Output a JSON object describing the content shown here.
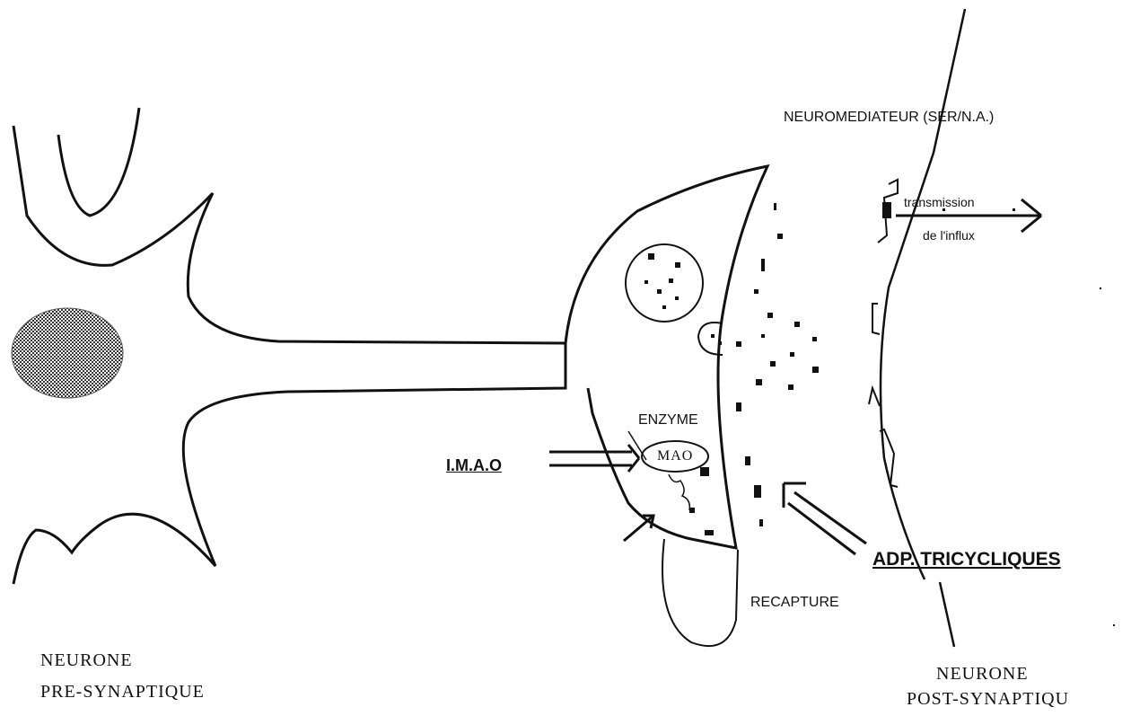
{
  "labels": {
    "neuromediator": "NEUROMEDIATEUR (SER/N.A.)",
    "transmission": "transmission",
    "influx": "de l'influx",
    "enzyme": "ENZYME",
    "mao": "MAO",
    "imao": "I.M.A.O",
    "tricyclics": "ADP. TRICYCLIQUES",
    "reuptake": "RECAPTURE",
    "pre_neuron_line1": "NEURONE",
    "pre_neuron_line2": "PRE-SYNAPTIQUE",
    "post_neuron_line1": "NEURONE",
    "post_neuron_line2": "POST-SYNAPTIQU"
  },
  "colors": {
    "ink": "#111111",
    "nucleus": "#777777"
  }
}
